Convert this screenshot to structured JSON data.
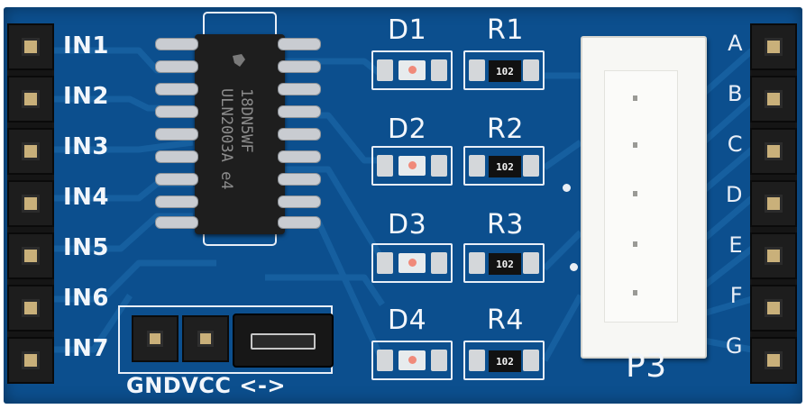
{
  "board": {
    "input_labels": [
      "IN1",
      "IN2",
      "IN3",
      "IN4",
      "IN5",
      "IN6",
      "IN7"
    ],
    "output_labels": [
      "A",
      "B",
      "C",
      "D",
      "E",
      "F",
      "G"
    ],
    "chip": {
      "line1": "18DN5WF",
      "line2": "ULN2003A",
      "mark": "e4"
    },
    "leds": [
      "D1",
      "D2",
      "D3",
      "D4"
    ],
    "resistors": [
      {
        "label": "R1",
        "code": "102"
      },
      {
        "label": "R2",
        "code": "102"
      },
      {
        "label": "R3",
        "code": "102"
      },
      {
        "label": "R4",
        "code": "102"
      }
    ],
    "connector_label": "P3",
    "jumper_label": "GNDVCC <->"
  },
  "colors": {
    "pcb": "#0c4f8e",
    "silkscreen": "#f2f6fb",
    "header": "#151515",
    "connector": "#f7f7f4",
    "led_lens": "#f08a7a"
  }
}
